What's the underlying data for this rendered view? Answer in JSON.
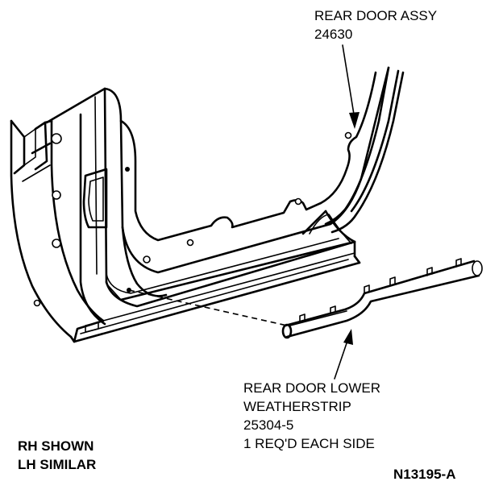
{
  "labels": {
    "rear_door_assy": {
      "line1": "REAR DOOR ASSY",
      "line2": "24630"
    },
    "weatherstrip": {
      "line1": "REAR DOOR LOWER",
      "line2": "WEATHERSTRIP",
      "line3": "25304-5",
      "line4": "1 REQ'D EACH SIDE"
    },
    "note": {
      "line1": "RH SHOWN",
      "line2": "LH SIMILAR"
    },
    "figure_id": "N13195-A"
  },
  "colors": {
    "ink": "#000000",
    "paper": "#ffffff"
  }
}
